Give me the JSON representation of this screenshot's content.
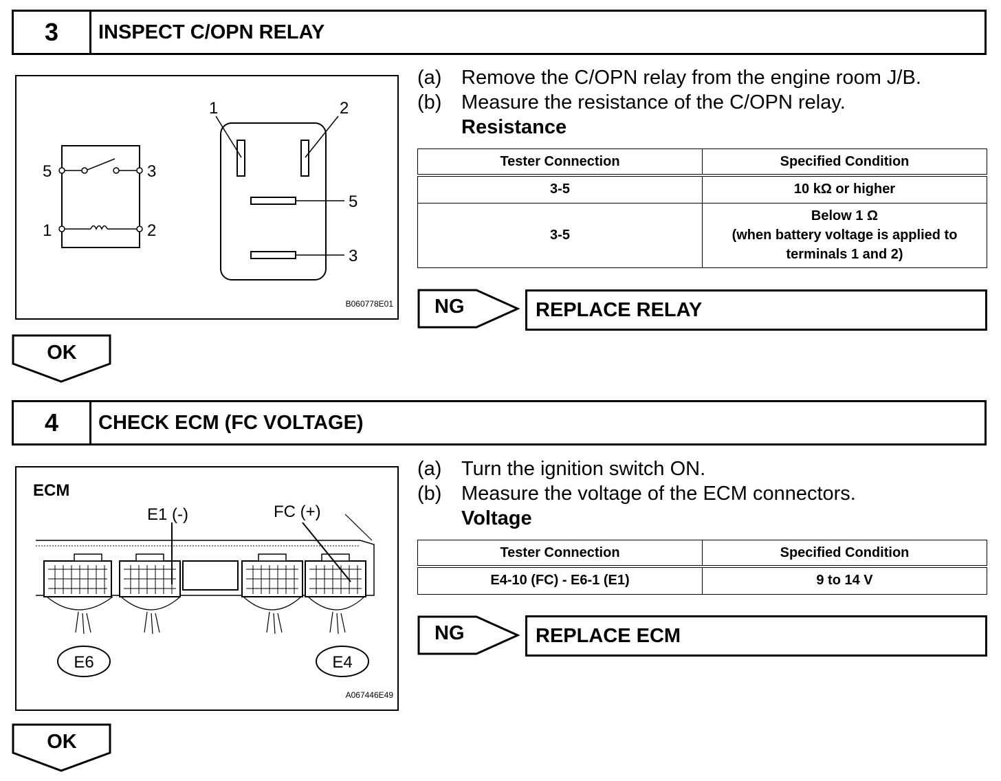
{
  "step3": {
    "number": "3",
    "title": "INSPECT C/OPN RELAY",
    "figure": {
      "code": "B060778E01",
      "terminals": [
        "1",
        "2",
        "5",
        "3"
      ],
      "schematic_pins": [
        "5",
        "3",
        "1",
        "2"
      ]
    },
    "instructions": [
      {
        "label": "(a)",
        "text": "Remove the C/OPN relay from the engine room J/B."
      },
      {
        "label": "(b)",
        "text": "Measure the resistance of the C/OPN relay."
      }
    ],
    "spec_heading": "Resistance",
    "table": {
      "headers": [
        "Tester Connection",
        "Specified Condition"
      ],
      "rows": [
        {
          "connection": "3-5",
          "condition": [
            "10 kΩ or higher"
          ]
        },
        {
          "connection": "3-5",
          "condition": [
            "Below 1 Ω",
            "(when battery voltage is applied to",
            "terminals 1 and 2)"
          ]
        }
      ]
    },
    "ng_label": "NG",
    "ng_result": "REPLACE RELAY",
    "ok_label": "OK"
  },
  "step4": {
    "number": "4",
    "title": "CHECK ECM (FC VOLTAGE)",
    "figure": {
      "code": "A067446E49",
      "ecm_label": "ECM",
      "e1_label": "E1 (-)",
      "fc_label": "FC (+)",
      "connector_e6": "E6",
      "connector_e4": "E4"
    },
    "instructions": [
      {
        "label": "(a)",
        "text": "Turn the ignition switch ON."
      },
      {
        "label": "(b)",
        "text": "Measure the voltage of the ECM connectors."
      }
    ],
    "spec_heading": "Voltage",
    "table": {
      "headers": [
        "Tester Connection",
        "Specified Condition"
      ],
      "rows": [
        {
          "connection": "E4-10 (FC) - E6-1 (E1)",
          "condition": [
            "9 to 14 V"
          ]
        }
      ]
    },
    "ng_label": "NG",
    "ng_result": "REPLACE ECM",
    "ok_label": "OK"
  }
}
